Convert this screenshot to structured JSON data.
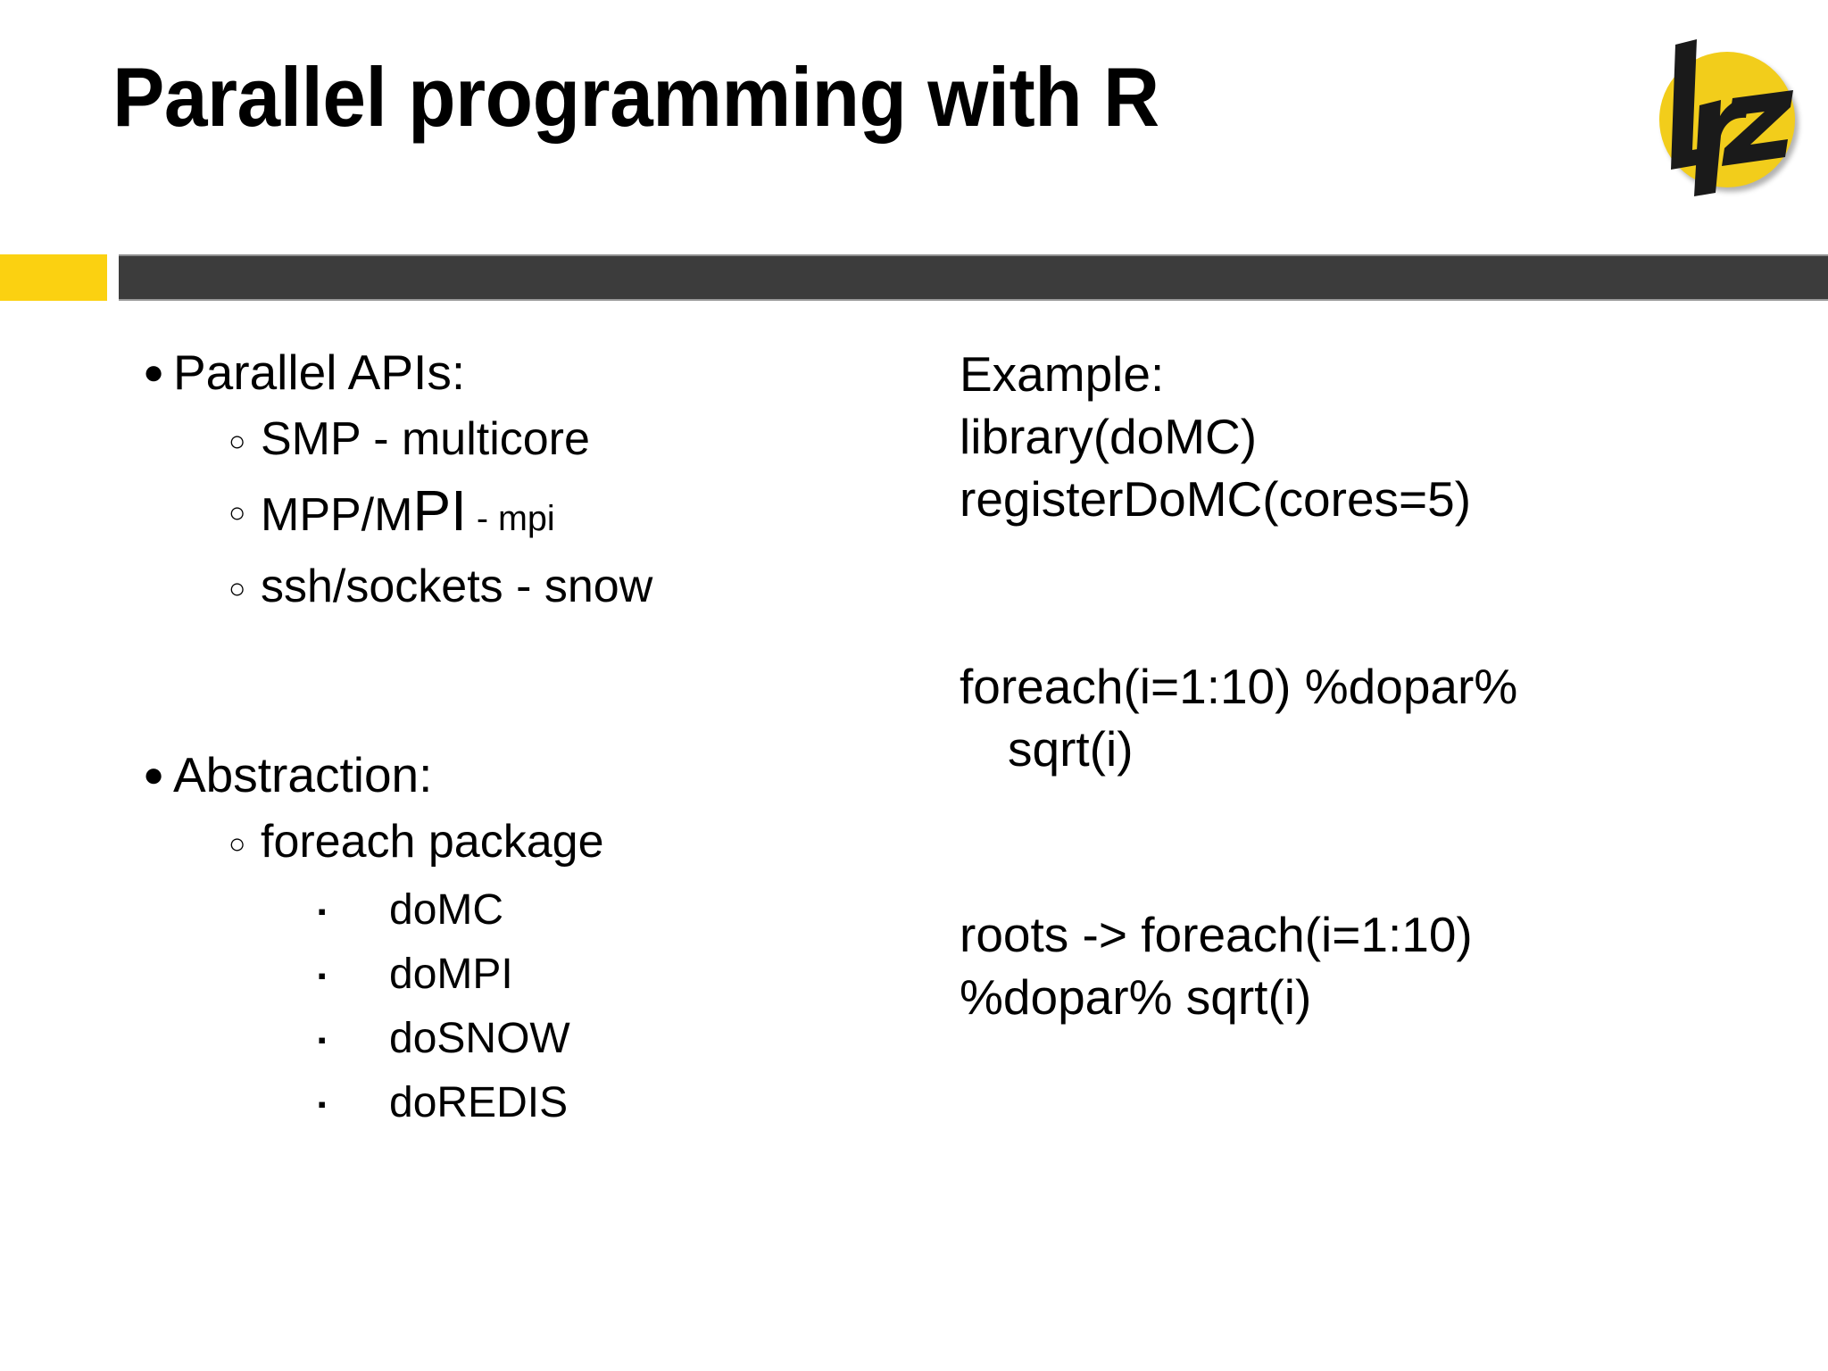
{
  "slide": {
    "title": "Parallel programming with R",
    "logo": {
      "name": "lrz-logo",
      "wordmark": "lrz",
      "circle_color": "#F2CD1B",
      "mark_color": "#1A1A1A"
    },
    "band": {
      "accent_color": "#FBD111",
      "bar_color": "#3C3C3C"
    }
  },
  "left_column": {
    "groups": [
      {
        "heading": "Parallel APIs:",
        "marker": "filled-round-bullet",
        "items": [
          {
            "marker": "hollow-round-bullet",
            "text": "SMP - multicore"
          },
          {
            "marker": "hollow-round-bullet",
            "text_prefix": "MPP/M",
            "text_big": "PI",
            "text_suffix": " - mpi"
          },
          {
            "marker": "hollow-round-bullet",
            "text": "ssh/sockets - snow"
          }
        ]
      },
      {
        "heading": "Abstraction:",
        "marker": "filled-round-bullet",
        "items": [
          {
            "marker": "hollow-round-bullet",
            "text": "foreach package"
          }
        ],
        "subitems": [
          {
            "marker": "filled-square-bullet",
            "text": "doMC"
          },
          {
            "marker": "filled-square-bullet",
            "text": "doMPI"
          },
          {
            "marker": "filled-square-bullet",
            "text": "doSNOW"
          },
          {
            "marker": "filled-square-bullet",
            "text": "doREDIS"
          }
        ]
      }
    ]
  },
  "right_column": {
    "heading": "Example:",
    "block1": [
      "library(doMC)",
      "registerDoMC(cores=5)"
    ],
    "block2": [
      "foreach(i=1:10) %dopar%",
      "sqrt(i)"
    ],
    "block3": [
      "roots -> foreach(i=1:10)",
      "%dopar% sqrt(i)"
    ]
  },
  "glyphs": {
    "filled_round": "●",
    "hollow_round": "○",
    "filled_square": "▪"
  }
}
